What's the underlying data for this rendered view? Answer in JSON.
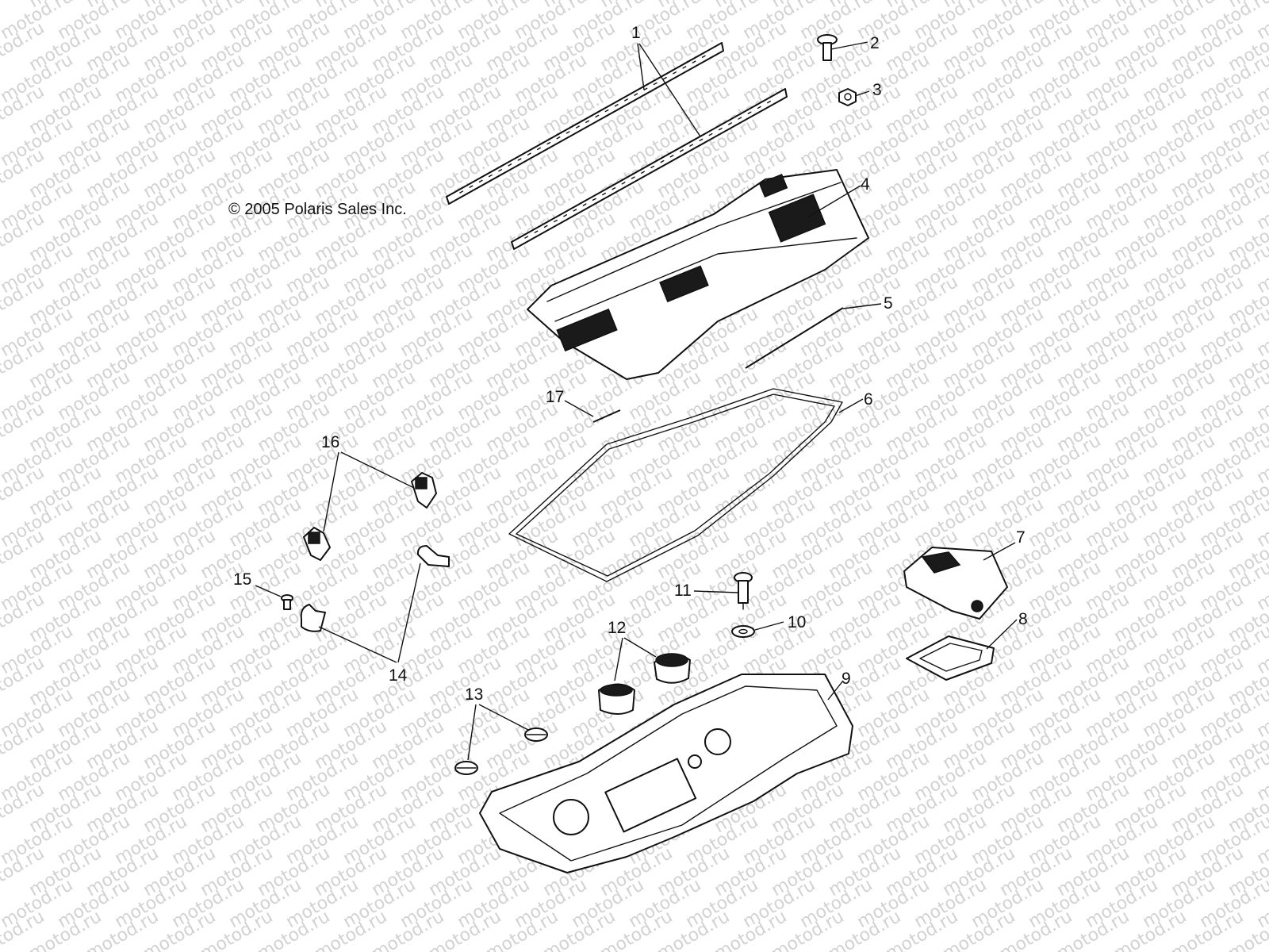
{
  "copyright": "© 2005 Polaris Sales Inc.",
  "watermark": "motod.ru",
  "callouts": [
    {
      "id": "1",
      "label": "1"
    },
    {
      "id": "2",
      "label": "2"
    },
    {
      "id": "3",
      "label": "3"
    },
    {
      "id": "4",
      "label": "4"
    },
    {
      "id": "5",
      "label": "5"
    },
    {
      "id": "6",
      "label": "6"
    },
    {
      "id": "7",
      "label": "7"
    },
    {
      "id": "8",
      "label": "8"
    },
    {
      "id": "9",
      "label": "9"
    },
    {
      "id": "10",
      "label": "10"
    },
    {
      "id": "11",
      "label": "11"
    },
    {
      "id": "12",
      "label": "12"
    },
    {
      "id": "13",
      "label": "13"
    },
    {
      "id": "14",
      "label": "14"
    },
    {
      "id": "15",
      "label": "15"
    },
    {
      "id": "16",
      "label": "16"
    },
    {
      "id": "17",
      "label": "17"
    }
  ]
}
